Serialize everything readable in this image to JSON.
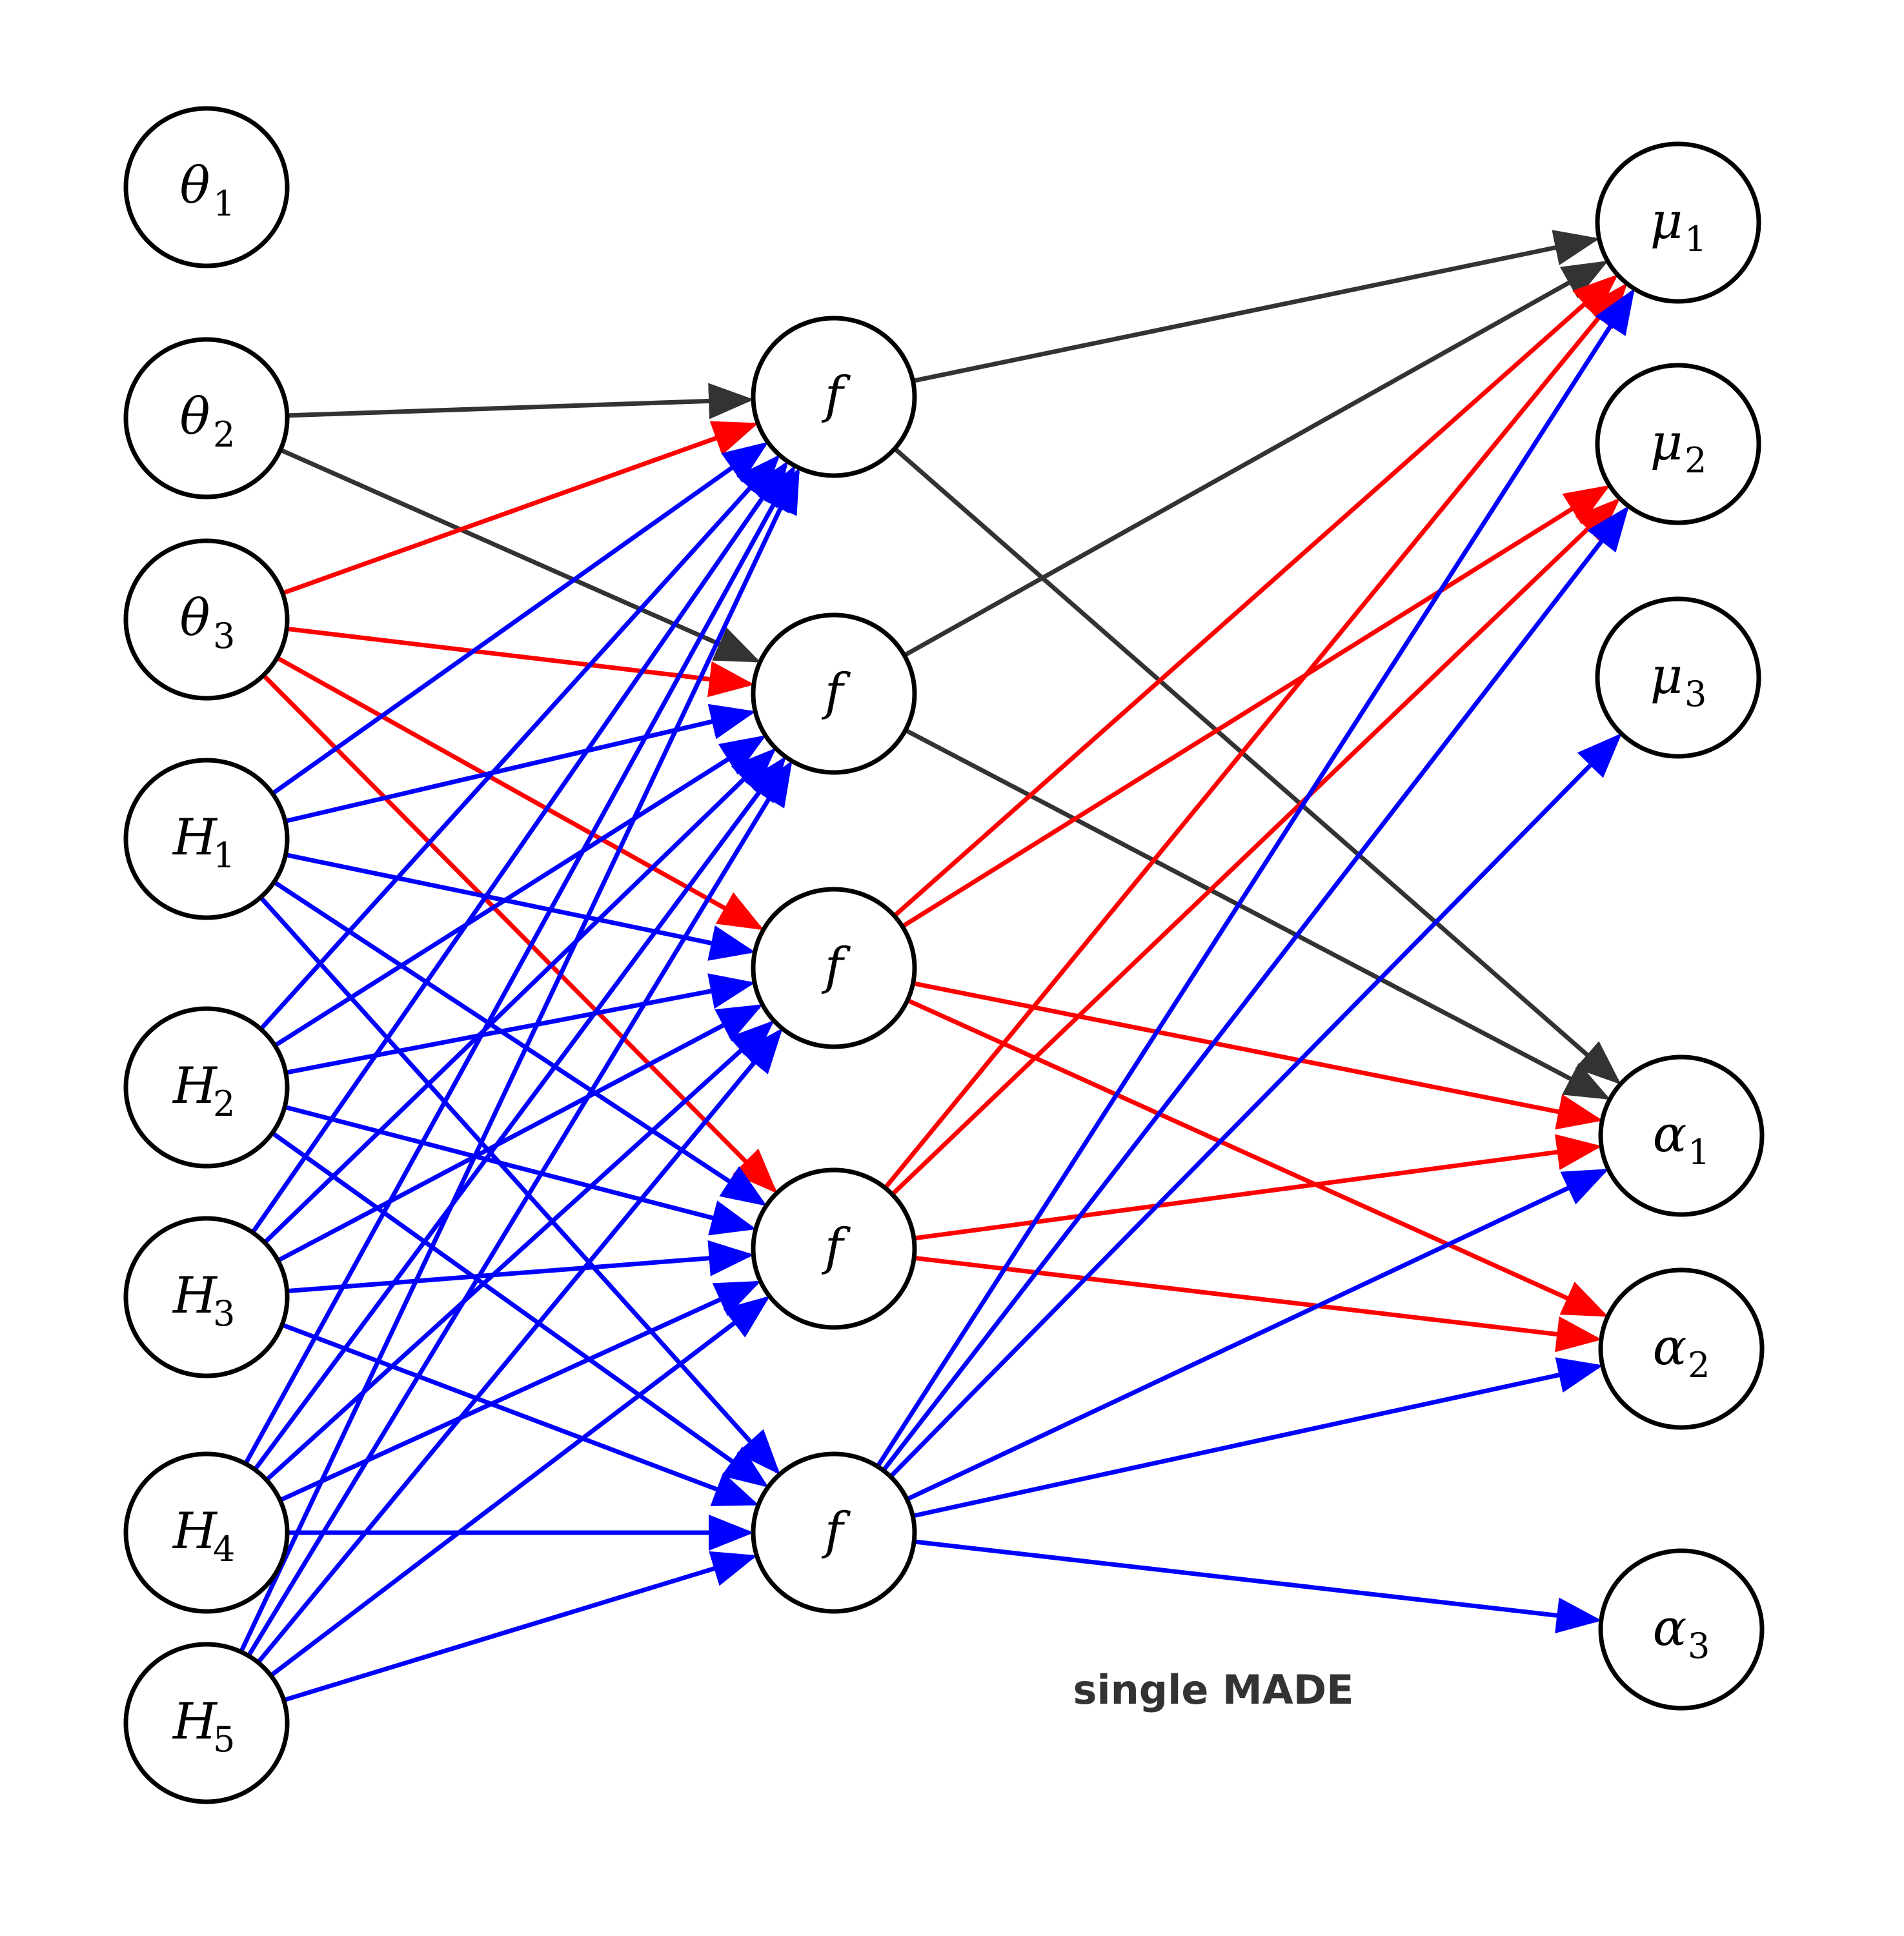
{
  "caption": "single MADE",
  "colors": {
    "dark": "#333333",
    "red": "#ff0000",
    "blue": "#0000ff",
    "node_stroke": "#000000"
  },
  "nodes": [
    {
      "id": "theta1",
      "base": "θ",
      "sub": "1",
      "column": "input"
    },
    {
      "id": "theta2",
      "base": "θ",
      "sub": "2",
      "column": "input"
    },
    {
      "id": "theta3",
      "base": "θ",
      "sub": "3",
      "column": "input"
    },
    {
      "id": "H1",
      "base": "H",
      "sub": "1",
      "column": "input"
    },
    {
      "id": "H2",
      "base": "H",
      "sub": "2",
      "column": "input"
    },
    {
      "id": "H3",
      "base": "H",
      "sub": "3",
      "column": "input"
    },
    {
      "id": "H4",
      "base": "H",
      "sub": "4",
      "column": "input"
    },
    {
      "id": "H5",
      "base": "H",
      "sub": "5",
      "column": "input"
    },
    {
      "id": "f1",
      "base": "f",
      "sub": "",
      "column": "hidden"
    },
    {
      "id": "f2",
      "base": "f",
      "sub": "",
      "column": "hidden"
    },
    {
      "id": "f3",
      "base": "f",
      "sub": "",
      "column": "hidden"
    },
    {
      "id": "f4",
      "base": "f",
      "sub": "",
      "column": "hidden"
    },
    {
      "id": "f5",
      "base": "f",
      "sub": "",
      "column": "hidden"
    },
    {
      "id": "mu1",
      "base": "μ",
      "sub": "1",
      "column": "output"
    },
    {
      "id": "mu2",
      "base": "μ",
      "sub": "2",
      "column": "output"
    },
    {
      "id": "mu3",
      "base": "μ",
      "sub": "3",
      "column": "output"
    },
    {
      "id": "alpha1",
      "base": "α",
      "sub": "1",
      "column": "output"
    },
    {
      "id": "alpha2",
      "base": "α",
      "sub": "2",
      "column": "output"
    },
    {
      "id": "alpha3",
      "base": "α",
      "sub": "3",
      "column": "output"
    }
  ],
  "edges": [
    {
      "from": "theta2",
      "to": "f1",
      "color": "dark"
    },
    {
      "from": "theta2",
      "to": "f2",
      "color": "dark"
    },
    {
      "from": "theta3",
      "to": "f1",
      "color": "red"
    },
    {
      "from": "theta3",
      "to": "f2",
      "color": "red"
    },
    {
      "from": "theta3",
      "to": "f3",
      "color": "red"
    },
    {
      "from": "theta3",
      "to": "f4",
      "color": "red"
    },
    {
      "from": "H1",
      "to": "f1",
      "color": "blue"
    },
    {
      "from": "H1",
      "to": "f2",
      "color": "blue"
    },
    {
      "from": "H1",
      "to": "f3",
      "color": "blue"
    },
    {
      "from": "H1",
      "to": "f4",
      "color": "blue"
    },
    {
      "from": "H1",
      "to": "f5",
      "color": "blue"
    },
    {
      "from": "H2",
      "to": "f1",
      "color": "blue"
    },
    {
      "from": "H2",
      "to": "f2",
      "color": "blue"
    },
    {
      "from": "H2",
      "to": "f3",
      "color": "blue"
    },
    {
      "from": "H2",
      "to": "f4",
      "color": "blue"
    },
    {
      "from": "H2",
      "to": "f5",
      "color": "blue"
    },
    {
      "from": "H3",
      "to": "f1",
      "color": "blue"
    },
    {
      "from": "H3",
      "to": "f2",
      "color": "blue"
    },
    {
      "from": "H3",
      "to": "f3",
      "color": "blue"
    },
    {
      "from": "H3",
      "to": "f4",
      "color": "blue"
    },
    {
      "from": "H3",
      "to": "f5",
      "color": "blue"
    },
    {
      "from": "H4",
      "to": "f1",
      "color": "blue"
    },
    {
      "from": "H4",
      "to": "f2",
      "color": "blue"
    },
    {
      "from": "H4",
      "to": "f3",
      "color": "blue"
    },
    {
      "from": "H4",
      "to": "f4",
      "color": "blue"
    },
    {
      "from": "H4",
      "to": "f5",
      "color": "blue"
    },
    {
      "from": "H5",
      "to": "f1",
      "color": "blue"
    },
    {
      "from": "H5",
      "to": "f2",
      "color": "blue"
    },
    {
      "from": "H5",
      "to": "f3",
      "color": "blue"
    },
    {
      "from": "H5",
      "to": "f4",
      "color": "blue"
    },
    {
      "from": "H5",
      "to": "f5",
      "color": "blue"
    },
    {
      "from": "f1",
      "to": "mu1",
      "color": "dark"
    },
    {
      "from": "f1",
      "to": "alpha1",
      "color": "dark"
    },
    {
      "from": "f2",
      "to": "mu1",
      "color": "dark"
    },
    {
      "from": "f2",
      "to": "alpha1",
      "color": "dark"
    },
    {
      "from": "f3",
      "to": "mu1",
      "color": "red"
    },
    {
      "from": "f3",
      "to": "mu2",
      "color": "red"
    },
    {
      "from": "f3",
      "to": "alpha1",
      "color": "red"
    },
    {
      "from": "f3",
      "to": "alpha2",
      "color": "red"
    },
    {
      "from": "f4",
      "to": "mu1",
      "color": "red"
    },
    {
      "from": "f4",
      "to": "mu2",
      "color": "red"
    },
    {
      "from": "f4",
      "to": "alpha1",
      "color": "red"
    },
    {
      "from": "f4",
      "to": "alpha2",
      "color": "red"
    },
    {
      "from": "f5",
      "to": "mu1",
      "color": "blue"
    },
    {
      "from": "f5",
      "to": "mu2",
      "color": "blue"
    },
    {
      "from": "f5",
      "to": "mu3",
      "color": "blue"
    },
    {
      "from": "f5",
      "to": "alpha1",
      "color": "blue"
    },
    {
      "from": "f5",
      "to": "alpha2",
      "color": "blue"
    },
    {
      "from": "f5",
      "to": "alpha3",
      "color": "blue"
    }
  ]
}
